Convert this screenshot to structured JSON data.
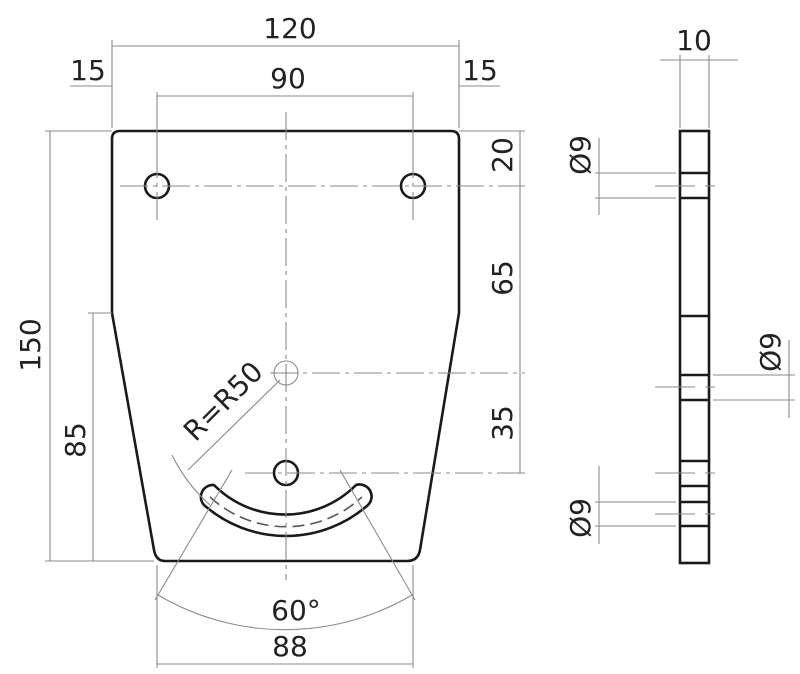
{
  "dimensions": {
    "overall_width": "120",
    "left_margin": "15",
    "hole_spacing": "90",
    "right_margin": "15",
    "top_offset": "20",
    "hole_to_center": "65",
    "center_to_lower_hole": "35",
    "overall_height": "150",
    "straight_side_height": "85",
    "slot_radius": "R=R50",
    "slot_angle": "60°",
    "bottom_width": "88",
    "thickness": "10",
    "hole_dia_top": "Ø9",
    "hole_dia_center": "Ø9",
    "hole_dia_bottom": "Ø9"
  }
}
